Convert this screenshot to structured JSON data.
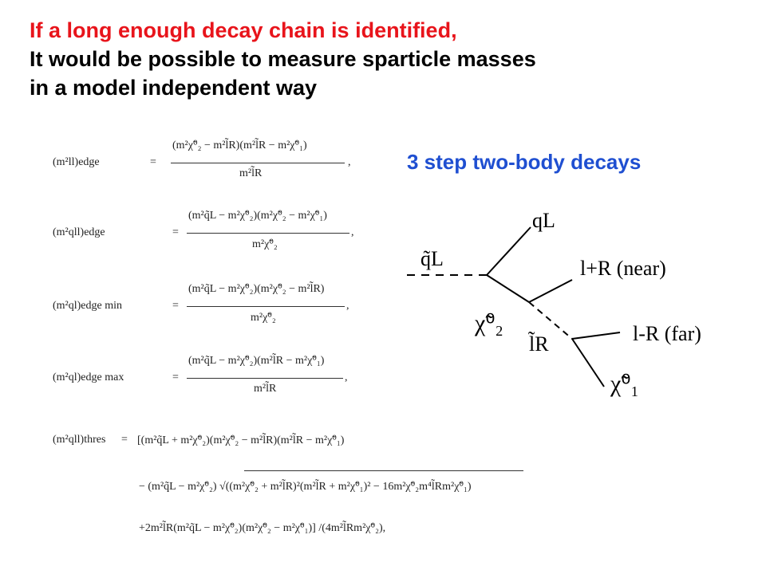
{
  "heading": {
    "line1": "If a long enough decay chain is identified,",
    "line2": "It would be possible to measure sparticle masses",
    "line3": "in a model independent way"
  },
  "diagram": {
    "title": "3 step two-body decays",
    "labels": {
      "squark": "q̃L",
      "quark": "qL",
      "lepton_near": "l+R (near)",
      "neutralino2": "χ̃⁰₂",
      "slepton": "l̃R",
      "lepton_far": "l-R (far)",
      "neutralino1": "χ̃⁰₁"
    }
  },
  "equations": [
    {
      "lhs": "(m²ll)edge",
      "num": "(m²χ̃⁰₂ − m²l̃R)(m²l̃R − m²χ̃⁰₁)",
      "den": "m²l̃R",
      "tail": ","
    },
    {
      "lhs": "(m²qll)edge",
      "num": "(m²q̃L − m²χ̃⁰₂)(m²χ̃⁰₂ − m²χ̃⁰₁)",
      "den": "m²χ̃⁰₂",
      "tail": ","
    },
    {
      "lhs": "(m²ql)edge min",
      "num": "(m²q̃L − m²χ̃⁰₂)(m²χ̃⁰₂ − m²l̃R)",
      "den": "m²χ̃⁰₂",
      "tail": ","
    },
    {
      "lhs": "(m²ql)edge max",
      "num": "(m²q̃L − m²χ̃⁰₂)(m²l̃R − m²χ̃⁰₁)",
      "den": "m²l̃R",
      "tail": ","
    },
    {
      "lhs": "(m²qll)thres",
      "line1": "[(m²q̃L + m²χ̃⁰₂)(m²χ̃⁰₂ − m²l̃R)(m²l̃R − m²χ̃⁰₁)",
      "line2": "− (m²q̃L − m²χ̃⁰₂) √((m²χ̃⁰₂ + m²l̃R)²(m²l̃R + m²χ̃⁰₁)² − 16m²χ̃⁰₂m⁴l̃Rm²χ̃⁰₁)",
      "line3": "+2m²l̃R(m²q̃L − m²χ̃⁰₂)(m²χ̃⁰₂ − m²χ̃⁰₁)] /(4m²l̃Rm²χ̃⁰₂),"
    }
  ]
}
